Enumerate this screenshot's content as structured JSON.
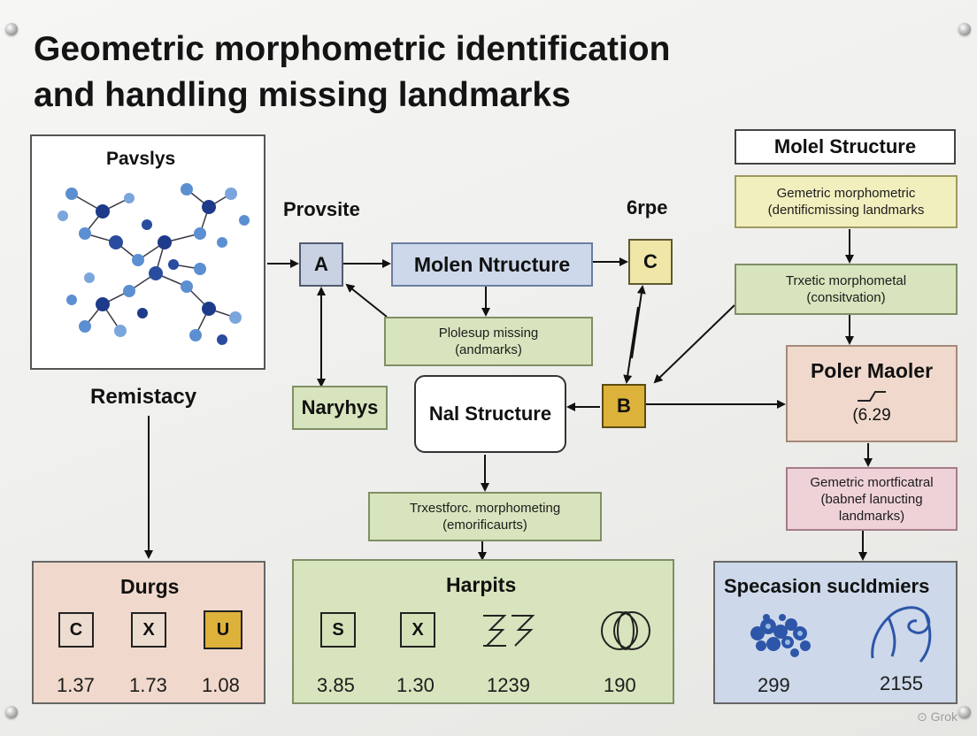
{
  "title": {
    "line1": "Geometric morphometric identification",
    "line2": "and handling missing landmarks"
  },
  "labels": {
    "pavslys": "Pavslys",
    "provsite": "Provsite",
    "grpe": "6rpe",
    "remistacy": "Remistacy"
  },
  "nodes": {
    "a": "A",
    "b": "B",
    "c": "C",
    "molen_ntructure": "Molen Ntructure",
    "plolesup_l1": "Plolesup missing",
    "plolesup_l2": "(andmarks)",
    "naryhys": "Naryhys",
    "nal_structure": "Nal Structure",
    "trxestforc_l1": "Trxestforc. morphometing",
    "trxestforc_l2": "(emorificaurts)",
    "molel_structure": "Molel Structure",
    "gemetric_l1": "Gemetric morphometric",
    "gemetric_l2": "(dentificmissing landmarks",
    "trxetic_l1": "Trxetic morphometal",
    "trxetic_l2": "(consitvation)",
    "poler_maoler": "Poler Maoler",
    "poler_value": "(6.29",
    "mortfical_l1": "Gemetric mortficatral",
    "mortfical_l2": "(babnef lanucting",
    "mortfical_l3": "landmarks)"
  },
  "panels": {
    "durgs": {
      "title": "Durgs",
      "items": [
        "C",
        "X",
        "U"
      ],
      "values": [
        "1.37",
        "1.73",
        "1.08"
      ]
    },
    "harpits": {
      "title": "Harpits",
      "items": [
        "S",
        "X"
      ],
      "values": [
        "3.85",
        "1.30",
        "1239",
        "190"
      ]
    },
    "specasion": {
      "title": "Specasion sucldmiers",
      "values": [
        "299",
        "2155"
      ]
    }
  },
  "watermark": "Grok",
  "colors": {
    "molecule_dark": "#1e3a8a",
    "molecule_light": "#5b8fd1",
    "gold": "#ddb23a",
    "green": "#d8e4bd"
  }
}
